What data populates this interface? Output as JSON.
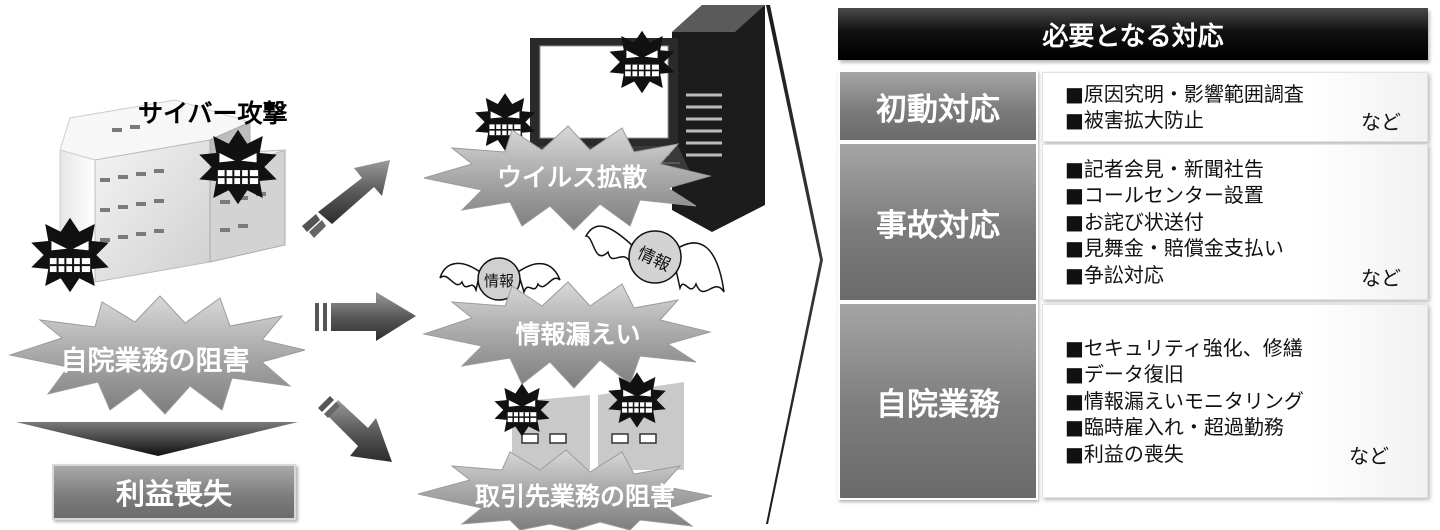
{
  "left": {
    "cyber_attack": "サイバー攻撃",
    "self_business_obstruction": "自院業務の阻害",
    "profit_loss": "利益喪失",
    "virus_spread": "ウイルス拡散",
    "info_leak": "情報漏えい",
    "info_badge": "情報",
    "partner_business_obstruction": "取引先業務の阻害"
  },
  "right": {
    "header": "必要となる対応",
    "sections": [
      {
        "category": "初動対応",
        "items": [
          "■原因究明・影響範囲調査",
          "■被害拡大防止"
        ],
        "suffix": "など"
      },
      {
        "category": "事故対応",
        "items": [
          "■記者会見・新聞社告",
          "■コールセンター設置",
          "■お詫び状送付",
          "■見舞金・賠償金支払い",
          "■争訟対応"
        ],
        "suffix": "など"
      },
      {
        "category": "自院業務",
        "items": [
          "■セキュリティ強化、修繕",
          "■データ復旧",
          "■情報漏えいモニタリング",
          "■臨時雇入れ・超過勤務",
          "■利益の喪失"
        ],
        "suffix": "など"
      }
    ]
  }
}
